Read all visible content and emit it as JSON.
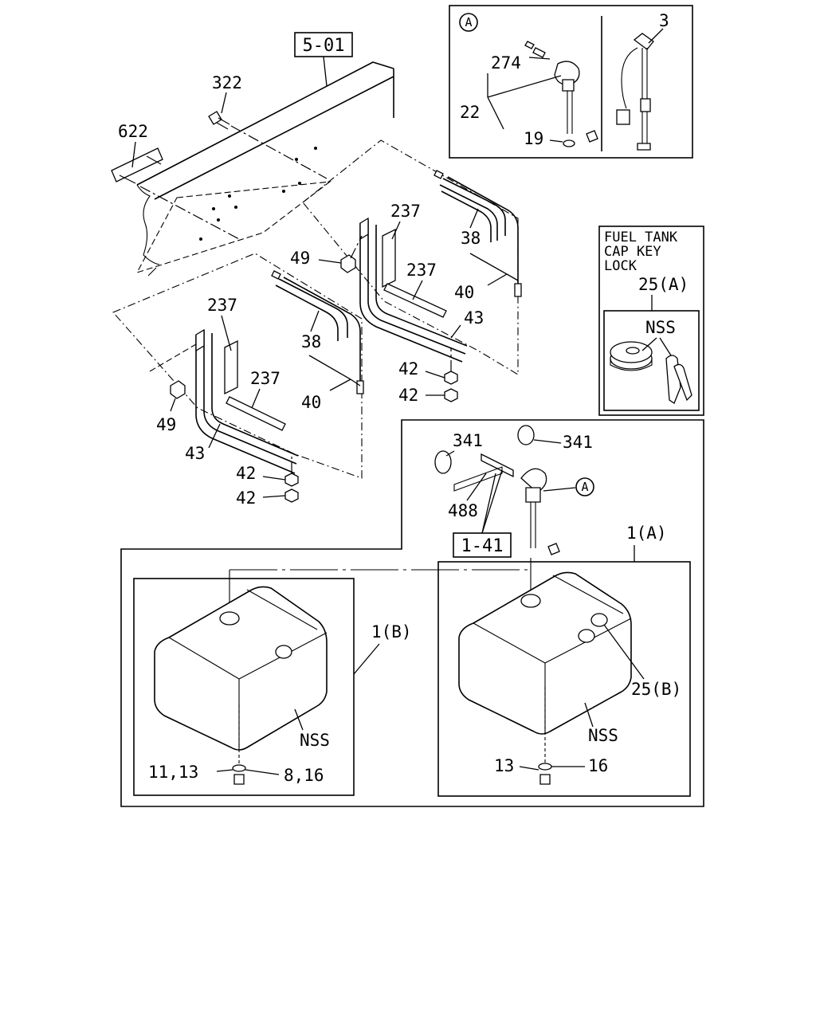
{
  "ref_boxes": {
    "frame_ref": "5-01",
    "bracket_ref": "1-41"
  },
  "callouts": {
    "c322": "322",
    "c622": "622",
    "c237_top": "237",
    "c237_mid": "237",
    "c237_left": "237",
    "c237_left2": "237",
    "c38_right": "38",
    "c38_left": "38",
    "c40_right": "40",
    "c40_left": "40",
    "c43_right": "43",
    "c43_left": "43",
    "c49_top": "49",
    "c49_bottom": "49",
    "c42_r1": "42",
    "c42_r2": "42",
    "c42_l1": "42",
    "c42_l2": "42",
    "c341_left": "341",
    "c341_right": "341",
    "c488": "488",
    "c1A": "1(A)",
    "c1B": "1(B)",
    "c25B": "25(B)",
    "nss_left": "NSS",
    "nss_right": "NSS",
    "c11_13": "11,13",
    "c8_16": "8,16",
    "c13": "13",
    "c16": "16"
  },
  "detail_a": {
    "marker": "A",
    "c3": "3",
    "c274": "274",
    "c22": "22",
    "c19": "19"
  },
  "assembly_marker": "A",
  "cap_panel": {
    "title_line1": "FUEL TANK",
    "title_line2": "CAP KEY",
    "title_line3": "LOCK",
    "part": "25(A)",
    "nss": "NSS"
  }
}
